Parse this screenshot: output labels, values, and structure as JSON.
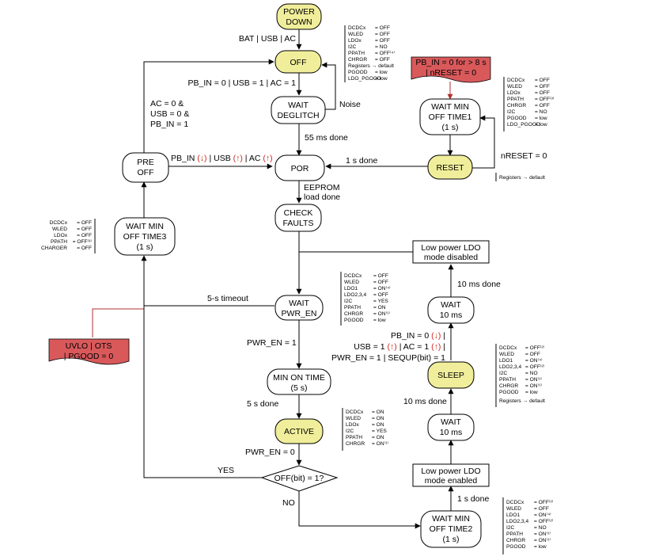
{
  "states": {
    "power_down": [
      "POWER",
      "DOWN"
    ],
    "off": [
      "OFF"
    ],
    "wait_deglitch": [
      "WAIT",
      "DEGLITCH"
    ],
    "por": [
      "POR"
    ],
    "check_faults": [
      "CHECK",
      "FAULTS"
    ],
    "wait_pwr_en": [
      "WAIT",
      "PWR_EN"
    ],
    "min_on_time": [
      "MIN ON TIME",
      "(5 s)"
    ],
    "active": [
      "ACTIVE"
    ],
    "off_bit": [
      "OFF(bit) = 1?"
    ],
    "pre_off": [
      "PRE",
      "OFF"
    ],
    "wait_min_off3": [
      "WAIT MIN",
      "OFF TIME3",
      "(1 s)"
    ],
    "wait_min_off1": [
      "WAIT MIN",
      "OFF TIME1",
      "(1 s)"
    ],
    "reset": [
      "RESET"
    ],
    "lp_ldo_disabled": [
      "Low power LDO",
      "mode disabled"
    ],
    "wait_10ms_a": [
      "WAIT",
      "10 ms"
    ],
    "sleep": [
      "SLEEP"
    ],
    "wait_10ms_b": [
      "WAIT",
      "10 ms"
    ],
    "lp_ldo_enabled": [
      "Low power LDO",
      "mode enabled"
    ],
    "wait_min_off2": [
      "WAIT MIN",
      "OFF TIME2",
      "(1 s)"
    ]
  },
  "conditions": {
    "pb_long": [
      "PB_IN = 0 for > 8 s",
      "| nRESET = 0"
    ],
    "uvlo": [
      "UVLO | OTS",
      "| PGOOD = 0"
    ]
  },
  "transitions": {
    "bat_usb_ac": "BAT | USB | AC",
    "pb_usb_ac": "PB_IN = 0 |  USB = 1 |  AC = 1",
    "noise": "Noise",
    "ms55_done": "55 ms done",
    "ac_usb_pb": [
      "AC = 0 &",
      "USB = 0 &",
      "PB_IN = 1"
    ],
    "pb_in_edge": "PB_IN",
    "usb_edge": "USB",
    "ac_edge": "AC",
    "sep": "|",
    "down_arrow": "(↓)",
    "up_arrow": "(↑)",
    "s1_done_reset": "1 s done",
    "nreset_0": "nRESET = 0",
    "eeprom": [
      "EEPROM",
      "load done"
    ],
    "timeout_5s": "5-s timeout",
    "pwr_en_1": "PWR_EN = 1",
    "s5_done": "5 s done",
    "pwr_en_0": "PWR_EN = 0",
    "yes": "YES",
    "no": "NO",
    "ms10_done_top": "10 ms done",
    "ms10_done_bottom": "10 ms done",
    "s1_done_bottom": "1 s done",
    "sleep_exit_pb": "PB_IN = 0",
    "sleep_exit_usb": "USB = 1",
    "sleep_exit_ac": "AC = 1",
    "sleep_exit_pwr": "PWR_EN = 1 | SEQUP(bit) = 1"
  },
  "tables": {
    "off": [
      [
        "DCDCx",
        "= OFF"
      ],
      [
        "WLED",
        "= OFF"
      ],
      [
        "LDOx",
        "= OFF"
      ],
      [
        "I2C",
        "= NO"
      ],
      [
        "PPATH",
        "= OFF⁽⁴⁾"
      ],
      [
        "CHRGR",
        "= OFF"
      ],
      [
        "Registers → default",
        ""
      ],
      [
        "PGOOD",
        "= low"
      ],
      [
        "LDO_PGOOD",
        "= low"
      ]
    ],
    "wait_min_off1": [
      [
        "DCDCx",
        "= OFF"
      ],
      [
        "WLED",
        "= OFF"
      ],
      [
        "LDOx",
        "= OFF"
      ],
      [
        "PPATH",
        "= OFF⁽³⁾"
      ],
      [
        "CHRGR",
        "= OFF"
      ],
      [
        "I2C",
        "= NO"
      ],
      [
        "PGOOD",
        "= low"
      ],
      [
        "LDO_PGOOD",
        "= low"
      ]
    ],
    "reset": [
      [
        "Registers → default",
        ""
      ]
    ],
    "wait_min_off3": [
      [
        "DCDCx",
        "= OFF"
      ],
      [
        "WLED",
        "= OFF"
      ],
      [
        "LDOx",
        "= OFF"
      ],
      [
        "PPATH",
        "= OFF⁽³⁾"
      ],
      [
        "CHARGER",
        "= OFF"
      ]
    ],
    "wait_pwr_en": [
      [
        "DCDCx",
        "= OFF"
      ],
      [
        "WLED",
        "= OFF"
      ],
      [
        "LDO1",
        "= ON⁽⁴⁾"
      ],
      [
        "LDO2,3,4",
        "= OFF"
      ],
      [
        "I2C",
        "= YES"
      ],
      [
        "PPATH",
        "= ON"
      ],
      [
        "CHRGR",
        "= ON⁽¹⁾"
      ],
      [
        "PGOOD",
        "= low"
      ]
    ],
    "active": [
      [
        "DCDCx",
        "= ON"
      ],
      [
        "WLED",
        "= ON"
      ],
      [
        "LDOx",
        "= ON"
      ],
      [
        "I2C",
        "= YES"
      ],
      [
        "PPATH",
        "= ON"
      ],
      [
        "CHRGR",
        "= ON⁽¹⁾"
      ]
    ],
    "sleep": [
      [
        "DCDCx",
        "= OFF⁽²⁾"
      ],
      [
        "WLED",
        "= OFF"
      ],
      [
        "LDO1",
        "= ON⁽⁴⁾"
      ],
      [
        "LDO2,3,4",
        "= OFF⁽²⁾"
      ],
      [
        "I2C",
        "= NO"
      ],
      [
        "PPATH",
        "= ON⁽¹⁾"
      ],
      [
        "CHRGR",
        "= ON⁽¹⁾"
      ],
      [
        "PGOOD",
        "= low"
      ],
      [
        "Registers → default",
        ""
      ]
    ],
    "wait_min_off2": [
      [
        "DCDCx",
        "= OFF⁽²⁾"
      ],
      [
        "WLED",
        "= OFF"
      ],
      [
        "LDO1",
        "= ON⁽⁴⁾"
      ],
      [
        "LDO2,3,4",
        "= OFF⁽²⁾"
      ],
      [
        "I2C",
        "= NO"
      ],
      [
        "PPATH",
        "= ON⁽¹⁾"
      ],
      [
        "CHRGR",
        "= ON⁽¹⁾"
      ],
      [
        "PGOOD",
        "= low"
      ]
    ]
  },
  "colors": {
    "highlight_state": "#f0ee9a",
    "condition_box": "#d9595b",
    "edge_marker": "#d0261d"
  }
}
